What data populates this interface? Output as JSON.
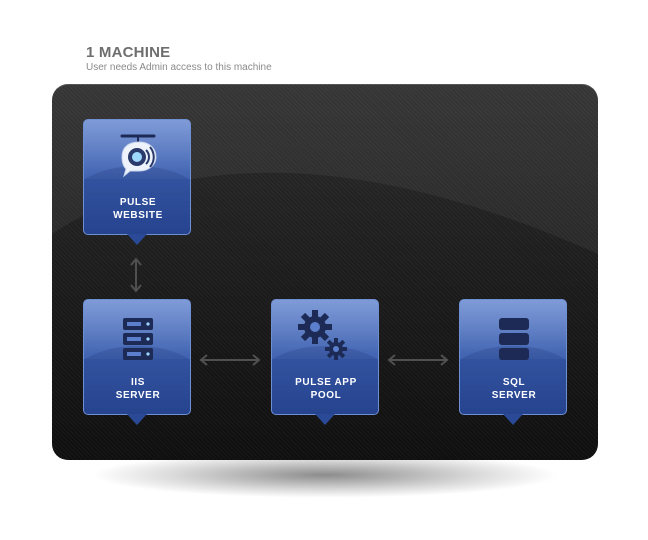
{
  "header": {
    "title": "1 MACHINE",
    "subtitle": "User needs Admin access to this machine"
  },
  "nodes": {
    "website": {
      "line1": "PULSE",
      "line2": "WEBSITE",
      "icon": "pulse-logo-icon"
    },
    "iis": {
      "line1": "IIS",
      "line2": "SERVER",
      "icon": "server-rack-icon"
    },
    "app_pool": {
      "line1": "PULSE APP",
      "line2": "POOL",
      "icon": "gears-icon"
    },
    "sql": {
      "line1": "SQL",
      "line2": "SERVER",
      "icon": "database-icon"
    }
  },
  "colors": {
    "node_fill": "#3b5fb0",
    "panel": "#1b1b1b",
    "arrow": "#4a4a4a"
  }
}
